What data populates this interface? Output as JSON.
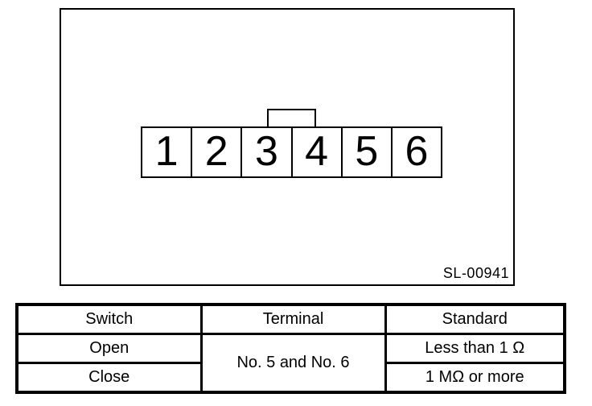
{
  "figure": {
    "label": "SL-00941",
    "connector": {
      "terminals": [
        "1",
        "2",
        "3",
        "4",
        "5",
        "6"
      ]
    }
  },
  "table": {
    "headers": [
      "Switch",
      "Terminal",
      "Standard"
    ],
    "rows": [
      {
        "switch": "Open",
        "terminal": "No. 5 and No. 6",
        "standard": "Less than 1 Ω"
      },
      {
        "switch": "Close",
        "standard": "1 MΩ or more"
      }
    ]
  },
  "colors": {
    "line": "#000000",
    "background": "#ffffff"
  }
}
